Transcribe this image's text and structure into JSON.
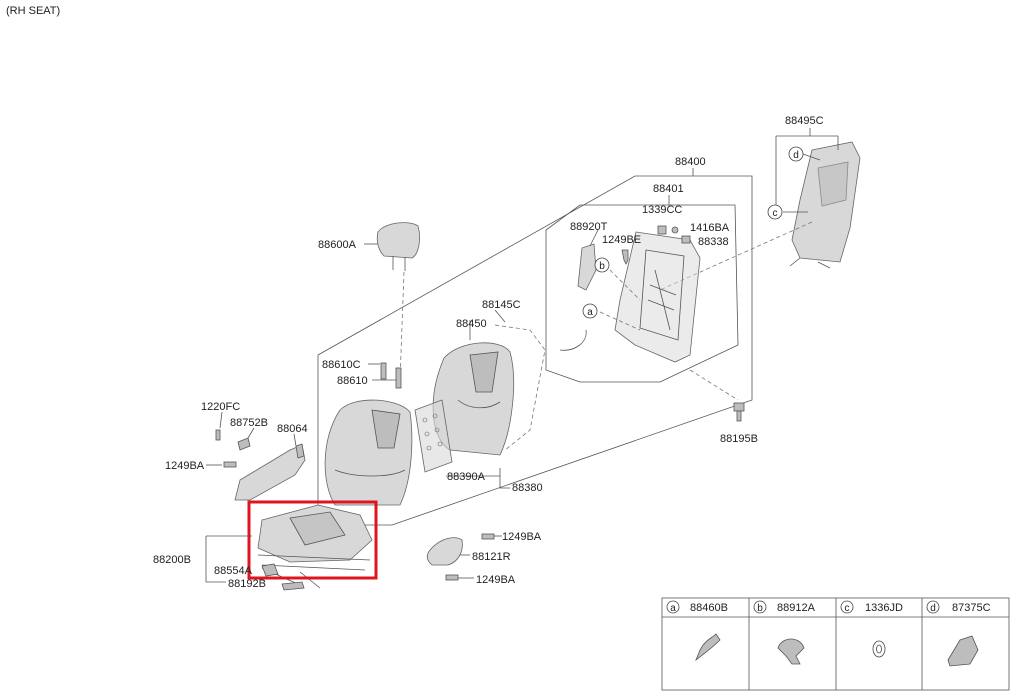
{
  "title": "(RH SEAT)",
  "labels": {
    "p88495C": "88495C",
    "p88400": "88400",
    "p88401": "88401",
    "p1339CC": "1339CC",
    "p88920T": "88920T",
    "p1416BA": "1416BA",
    "p1249BE": "1249BE",
    "p88338": "88338",
    "p88600A": "88600A",
    "p88145C": "88145C",
    "p88450": "88450",
    "p88610C": "88610C",
    "p88610": "88610",
    "p1220FC": "1220FC",
    "p88752B": "88752B",
    "p88064": "88064",
    "p1249BA_left": "1249BA",
    "p88390A": "88390A",
    "p88380": "88380",
    "p88195B": "88195B",
    "p88200B": "88200B",
    "p88554A": "88554A",
    "p88192B": "88192B",
    "p1249BA_r1": "1249BA",
    "p88121R": "88121R",
    "p1249BA_r2": "1249BA"
  },
  "callouts": {
    "a": "a",
    "b": "b",
    "c": "c",
    "d": "d"
  },
  "legend": [
    {
      "key": "a",
      "part": "88460B"
    },
    {
      "key": "b",
      "part": "88912A"
    },
    {
      "key": "c",
      "part": "1336JD"
    },
    {
      "key": "d",
      "part": "87375C"
    }
  ],
  "highlight_color": "#e0141e"
}
